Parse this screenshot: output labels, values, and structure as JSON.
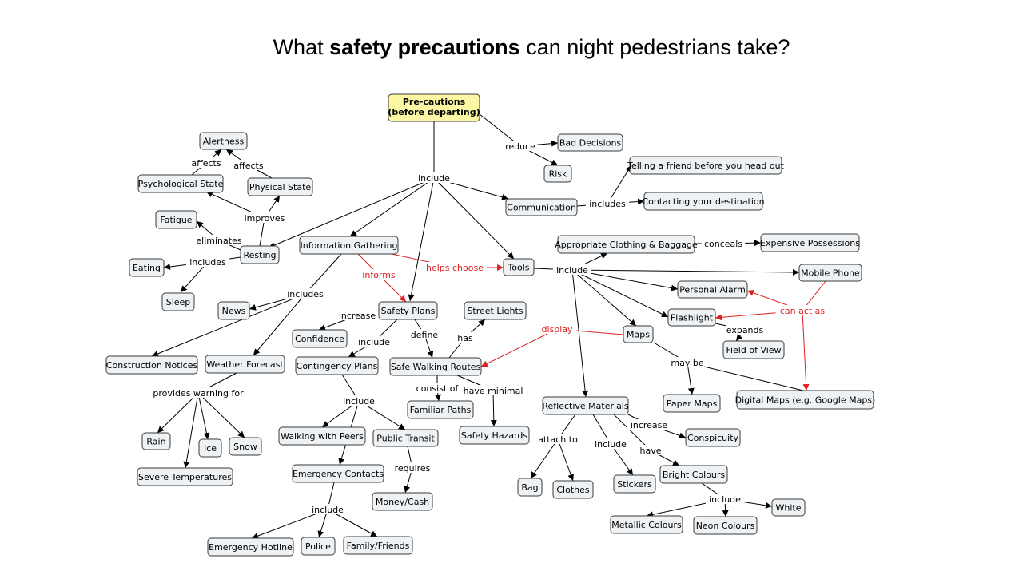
{
  "title": {
    "pre": "What ",
    "bold": "safety precautions",
    "post": " can night pedestrians take?"
  },
  "nodes": {
    "precautions": [
      "Pre-cautions",
      "(before departing)"
    ],
    "bad_decisions": "Bad Decisions",
    "risk": "Risk",
    "telling_friend": "Telling a friend before you head out",
    "contacting_dest": "Contacting your destination",
    "communication": "Communication",
    "alertness": "Alertness",
    "psych_state": "Psychological State",
    "physical_state": "Physical State",
    "fatigue": "Fatigue",
    "resting": "Resting",
    "eating": "Eating",
    "sleep": "Sleep",
    "info_gathering": "Information Gathering",
    "news": "News",
    "construction": "Construction Notices",
    "weather": "Weather Forecast",
    "rain": "Rain",
    "ice": "Ice",
    "snow": "Snow",
    "severe_temps": "Severe Temperatures",
    "safety_plans": "Safety Plans",
    "confidence": "Confidence",
    "contingency": "Contingency Plans",
    "walking_peers": "Walking with Peers",
    "public_transit": "Public Transit",
    "money_cash": "Money/Cash",
    "emergency_contacts": "Emergency Contacts",
    "emergency_hotline": "Emergency Hotline",
    "police": "Police",
    "family_friends": "Family/Friends",
    "street_lights": "Street Lights",
    "safe_routes": "Safe Walking Routes",
    "familiar_paths": "Familiar Paths",
    "safety_hazards": "Safety Hazards",
    "tools": "Tools",
    "clothing": "Appropriate Clothing & Baggage",
    "expensive": "Expensive Possessions",
    "mobile_phone": "Mobile Phone",
    "personal_alarm": "Personal Alarm",
    "flashlight": "Flashlight",
    "field_of_view": "Field of View",
    "maps": "Maps",
    "paper_maps": "Paper Maps",
    "digital_maps": "Digital Maps (e.g. Google Maps)",
    "reflective": "Reflective Materials",
    "conspicuity": "Conspicuity",
    "bag": "Bag",
    "clothes": "Clothes",
    "stickers": "Stickers",
    "bright_colours": "Bright Colours",
    "white": "White",
    "metallic": "Metallic Colours",
    "neon": "Neon Colours"
  },
  "links": {
    "reduce": "reduce",
    "include_main": "include",
    "includes_comm": "includes",
    "affects1": "affects",
    "affects2": "affects",
    "improves": "improves",
    "eliminates": "eliminates",
    "includes_rest": "includes",
    "includes_info": "includes",
    "informs": "informs",
    "helps_choose": "helps choose",
    "provides_warning": "provides warning for",
    "increase_sp": "increase",
    "include_sp": "include",
    "define": "define",
    "has": "has",
    "include_cont": "include",
    "requires": "requires",
    "include_ec": "include",
    "consist_of": "consist of",
    "have_minimal": "have minimal",
    "include_tools": "include",
    "conceals": "conceals",
    "can_act_as": "can act as",
    "display": "display",
    "expands": "expands",
    "may_be": "may be",
    "increase_rm": "increase",
    "attach_to": "attach to",
    "include_rm": "include",
    "have_rm": "have",
    "include_bc": "include"
  },
  "colors": {
    "root_fill": "#fcf7a4",
    "node_fill": "#eef2f4",
    "red_link": "#e02020"
  }
}
